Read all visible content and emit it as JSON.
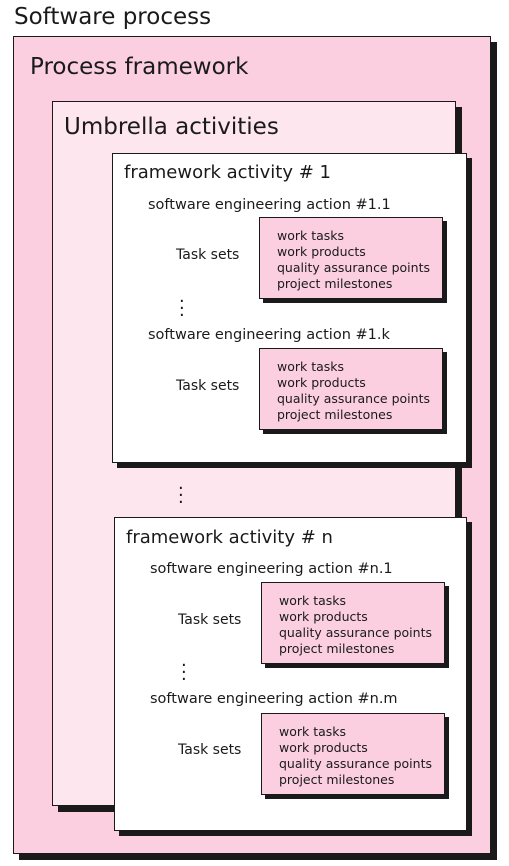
{
  "software_process": {
    "title": "Software process"
  },
  "process_framework": {
    "title": "Process framework"
  },
  "umbrella": {
    "title": "Umbrella activities"
  },
  "activities": [
    {
      "title": "framework activity # 1",
      "actions": [
        {
          "title": "software engineering action #1.1",
          "taskset_label": "Task sets",
          "items": [
            "work tasks",
            "work products",
            "quality assurance points",
            "project milestones"
          ]
        },
        {
          "title": "software engineering action #1.k",
          "taskset_label": "Task sets",
          "items": [
            "work tasks",
            "work products",
            "quality assurance points",
            "project milestones"
          ]
        }
      ]
    },
    {
      "title": "framework activity # n",
      "actions": [
        {
          "title": "software engineering action #n.1",
          "taskset_label": "Task sets",
          "items": [
            "work tasks",
            "work products",
            "quality assurance points",
            "project milestones"
          ]
        },
        {
          "title": "software engineering action #n.m",
          "taskset_label": "Task sets",
          "items": [
            "work tasks",
            "work products",
            "quality assurance points",
            "project milestones"
          ]
        }
      ]
    }
  ],
  "ellipsis": "⋮"
}
